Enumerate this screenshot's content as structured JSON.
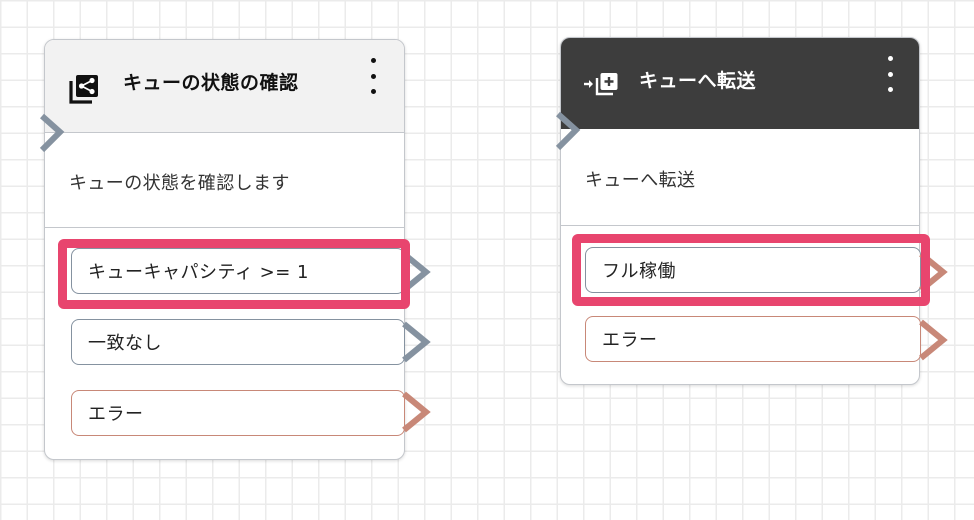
{
  "blocks": {
    "check_queue_status": {
      "title": "キューの状態の確認",
      "icon": "branch-decision-icon",
      "description": "キューの状態を確認します",
      "branches": [
        {
          "label": "キューキャパシティ >= 1",
          "highlighted": true
        },
        {
          "label": "一致なし"
        },
        {
          "label": "エラー",
          "type": "error"
        }
      ]
    },
    "transfer_to_queue": {
      "title": "キューへ転送",
      "icon": "transfer-queue-icon",
      "description": "キューへ転送",
      "branches": [
        {
          "label": "フル稼働",
          "highlighted": true
        },
        {
          "label": "エラー",
          "type": "error"
        }
      ]
    }
  },
  "colors": {
    "highlight": "#e8456e",
    "connector": "#8592a0",
    "error_connector": "#c88878",
    "dark_header": "#3d3d3d",
    "light_header": "#f2f2f2"
  }
}
